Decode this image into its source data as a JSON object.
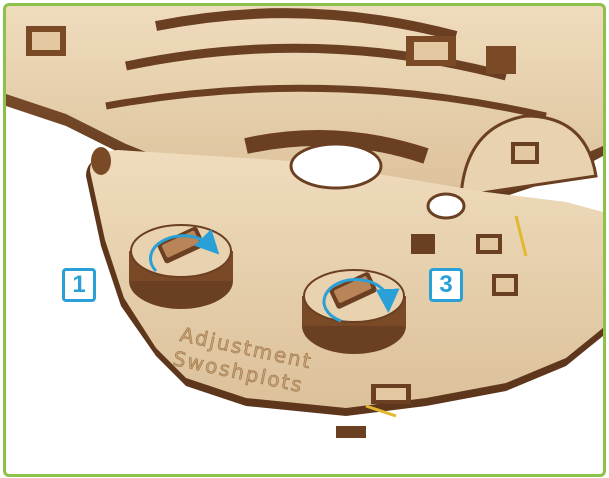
{
  "callouts": [
    {
      "number": "1"
    },
    {
      "number": "3"
    }
  ],
  "engraving": {
    "line1": "Adjustment",
    "line2": "Swoshplots"
  },
  "colors": {
    "frame_border": "#8bc34a",
    "callout_accent": "#29a0d6",
    "wood_light": "#e9d2b0",
    "wood_edge": "#6b3f22"
  },
  "icons": [
    "rotate-clockwise-arrow-icon",
    "rotate-clockwise-arrow-icon"
  ]
}
